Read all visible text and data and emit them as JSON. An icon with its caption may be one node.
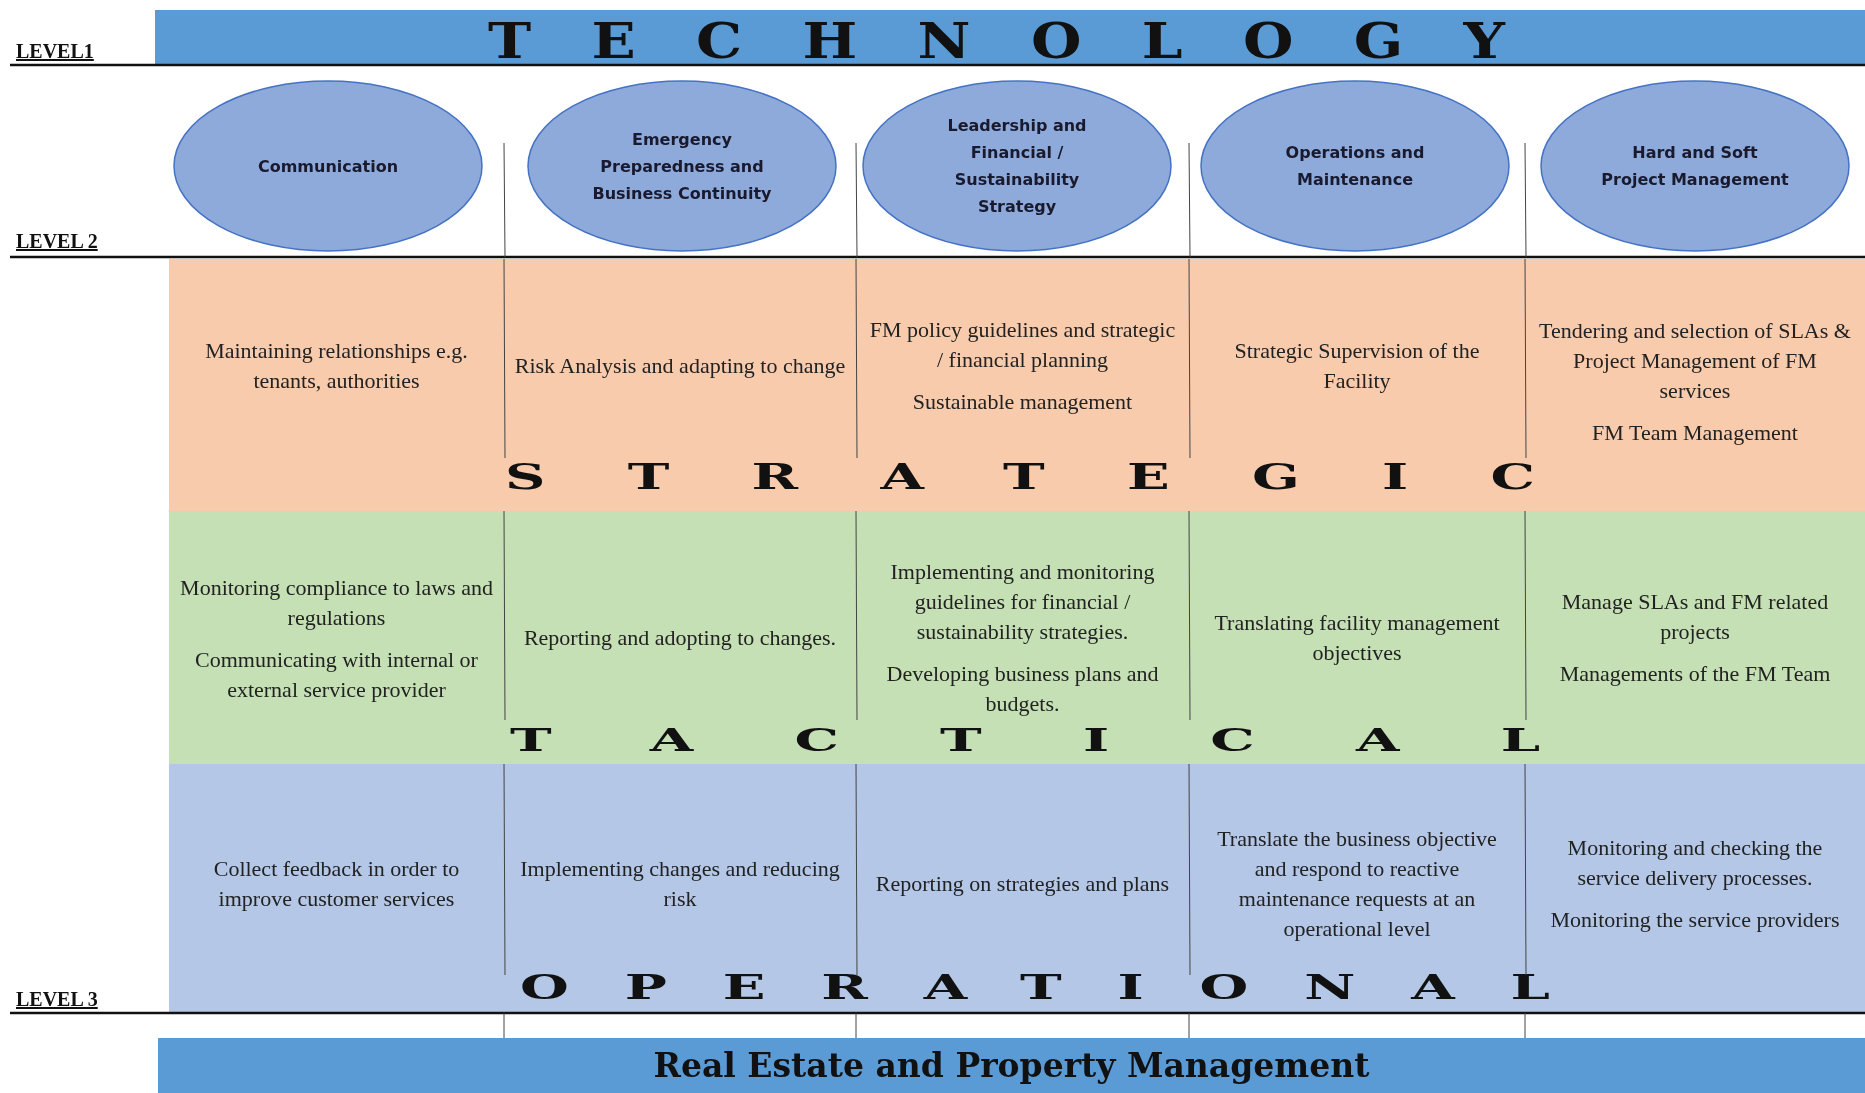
{
  "diagram": {
    "nodes": [
      {
        "text": [
          "TECHNOLOGY"
        ]
      },
      {
        "text": [
          "Communication"
        ]
      },
      {
        "text": [
          "Emergency Preparedness and Business Continuity"
        ]
      },
      {
        "text": [
          "Leadership and Financial / Sustainability Strategy"
        ]
      },
      {
        "text": [
          "Operations and Maintenance"
        ]
      },
      {
        "text": [
          "Hard and Soft Project Management"
        ]
      },
      {
        "text": [
          "STRATEGIC"
        ]
      },
      {
        "text": [
          "Maintaining relationships e.g. tenants, authorities"
        ],
        "in": 6
      },
      {
        "text": [
          "Risk Analysis and adapting to change"
        ],
        "in": 6
      },
      {
        "text": [
          "FM policy guidelines and strategic / financial planning",
          "Sustainable management"
        ],
        "in": 6
      },
      {
        "text": [
          "Strategic Supervision of the Facility"
        ],
        "in": 6
      },
      {
        "text": [
          "Tendering and selection of SLAs & Project Management of FM services",
          "FM Team Management"
        ],
        "in": 6
      },
      {
        "text": [
          "TACTICAL"
        ]
      },
      {
        "text": [
          "Monitoring compliance to laws and regulations",
          "Communicating with internal or external service provider"
        ],
        "in": 12
      },
      {
        "text": [
          "Reporting and adopting to changes."
        ],
        "in": 12
      },
      {
        "text": [
          "Implementing and monitoring guidelines for financial / sustainability strategies.",
          "Developing business plans and budgets."
        ],
        "in": 12
      },
      {
        "text": [
          "Translating facility management objectives"
        ],
        "in": 12
      },
      {
        "text": [
          "Manage SLAs and FM related projects",
          "Managements of the FM Team"
        ],
        "in": 12
      },
      {
        "text": [
          "OPERATIONAL"
        ]
      },
      {
        "text": [
          "Collect feedback in order to improve customer services"
        ],
        "in": 18
      },
      {
        "text": [
          "Implementing changes and reducing risk"
        ],
        "in": 18
      },
      {
        "text": [
          "Reporting on strategies and plans"
        ],
        "in": 18
      },
      {
        "text": [
          "Translate the business objective and respond to reactive maintenance requests at an operational level"
        ],
        "in": 18
      },
      {
        "text": [
          "Monitoring and checking the service delivery processes.",
          "Monitoring the service providers"
        ],
        "in": 18
      },
      {
        "text": [
          "Real Estate and Property Management"
        ]
      }
    ],
    "edges": [],
    "labels": [
      "LEVEL1",
      "LEVEL 2",
      "LEVEL 3"
    ]
  }
}
